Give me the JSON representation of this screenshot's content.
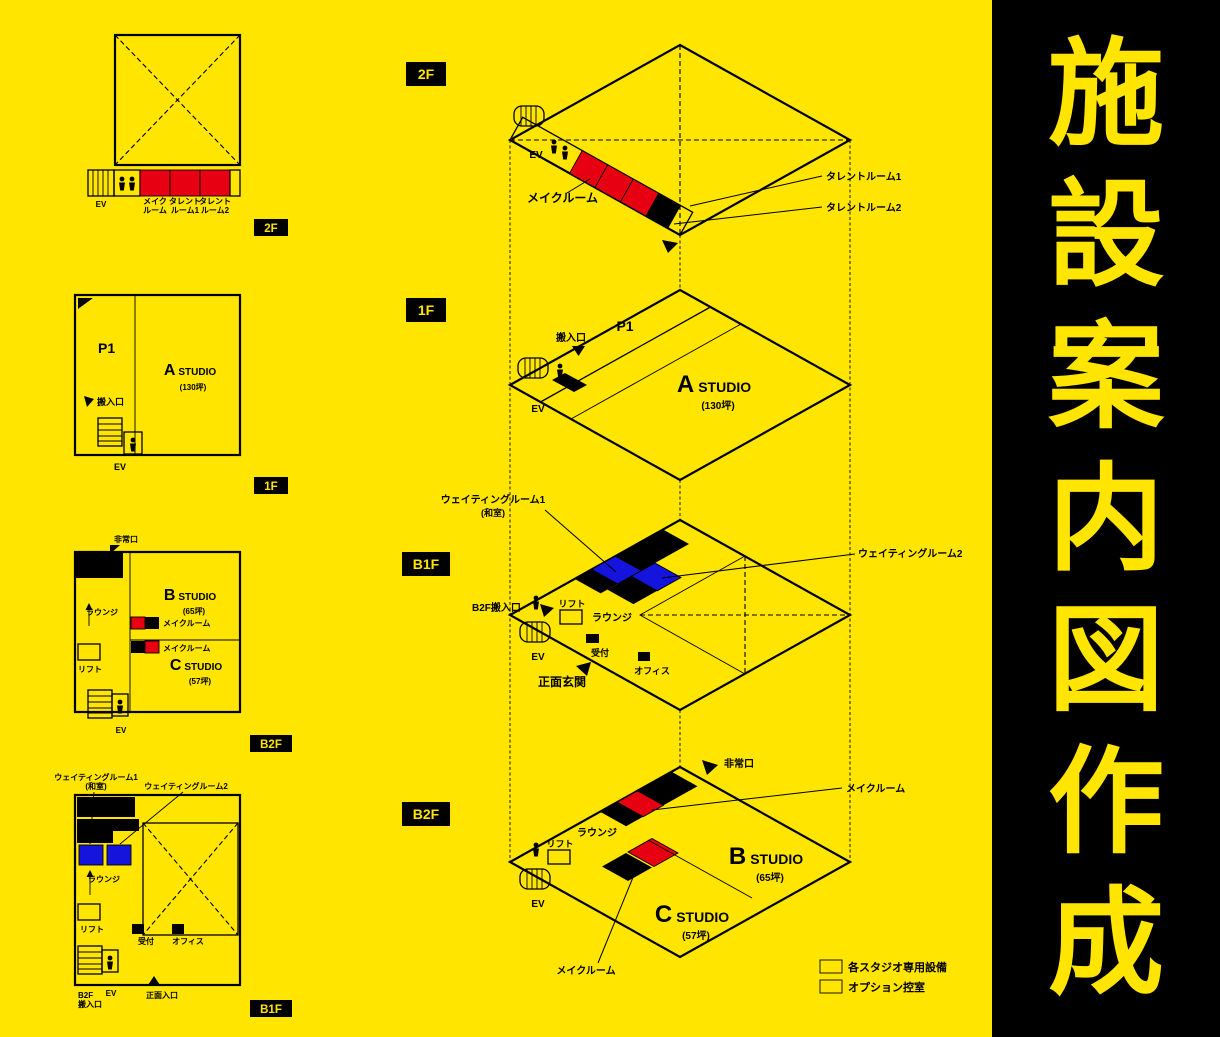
{
  "colors": {
    "background": "#FFE500",
    "black": "#000000",
    "studio_red": "#E60012",
    "option_blue": "#1414DC",
    "banner_text": "#FFE500"
  },
  "banner": {
    "text": "施設案内図作成",
    "chars": [
      "施",
      "設",
      "案",
      "内",
      "図",
      "作",
      "成"
    ]
  },
  "left_plans": {
    "f2": {
      "badge": "2F",
      "ev": "EV",
      "makeup_line1": "メイク",
      "makeup_line2": "ルーム",
      "talent1_line1": "タレント",
      "talent1_line2": "ルーム1",
      "talent2_line1": "タレント",
      "talent2_line2": "ルーム2"
    },
    "f1": {
      "badge": "1F",
      "p1": "P1",
      "studio_letter": "A",
      "studio_word": "STUDIO",
      "studio_area": "(130坪)",
      "loading": "搬入口",
      "ev": "EV"
    },
    "b2f": {
      "badge": "B2F",
      "emergency_exit": "非常口",
      "b_letter": "B",
      "b_word": "STUDIO",
      "b_area": "(65坪)",
      "lounge": "ラウンジ",
      "makeup1": "メイクルーム",
      "makeup2": "メイクルーム",
      "lift": "リフト",
      "c_letter": "C",
      "c_word": "STUDIO",
      "c_area": "(57坪)",
      "ev": "EV"
    },
    "b1f": {
      "badge": "B1F",
      "waiting1": "ウェイティングルーム1",
      "waiting1_sub": "(和室)",
      "waiting2": "ウェイティングルーム2",
      "lounge": "ラウンジ",
      "lift": "リフト",
      "reception": "受付",
      "office": "オフィス",
      "b2f_loading_line1": "B2F",
      "b2f_loading_line2": "搬入口",
      "main_entrance": "正面入口",
      "ev": "EV"
    }
  },
  "iso": {
    "f2": {
      "badge": "2F",
      "ev": "EV",
      "makeup": "メイクルーム",
      "talent1": "タレントルーム1",
      "talent2": "タレントルーム2"
    },
    "f1": {
      "badge": "1F",
      "p1": "P1",
      "loading": "搬入口",
      "studio_letter": "A",
      "studio_word": "STUDIO",
      "studio_area": "(130坪)",
      "ev": "EV"
    },
    "b1f": {
      "badge": "B1F",
      "waiting1": "ウェイティングルーム1",
      "waiting1_sub": "(和室)",
      "waiting2": "ウェイティングルーム2",
      "lounge": "ラウンジ",
      "lift": "リフト",
      "b2f_loading": "B2F搬入口",
      "reception": "受付",
      "office": "オフィス",
      "ev": "EV",
      "main_entrance": "正面玄関"
    },
    "b2f": {
      "badge": "B2F",
      "emergency_exit": "非常口",
      "makeup_right": "メイクルーム",
      "lounge": "ラウンジ",
      "lift": "リフト",
      "b_letter": "B",
      "b_word": "STUDIO",
      "b_area": "(65坪)",
      "c_letter": "C",
      "c_word": "STUDIO",
      "c_area": "(57坪)",
      "ev": "EV",
      "makeup_bottom": "メイクルーム"
    }
  },
  "legend": {
    "items": [
      {
        "color": "#E60012",
        "label": "各スタジオ専用設備"
      },
      {
        "color": "#1414DC",
        "label": "オプション控室"
      }
    ]
  }
}
